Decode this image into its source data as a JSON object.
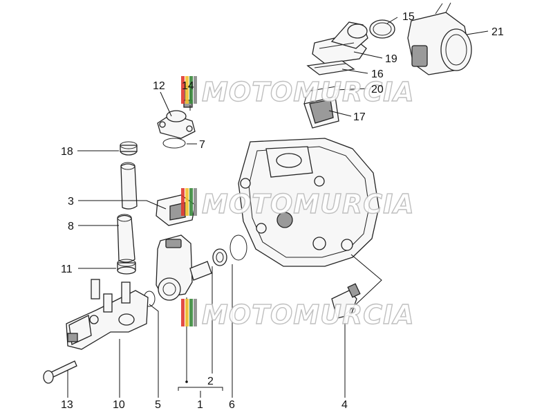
{
  "watermark": {
    "text": "MOTOMURCIA",
    "stripe_colors": [
      "#e03a2f",
      "#f2c230",
      "#3b8a3e",
      "#8a8a8a"
    ]
  },
  "callouts": {
    "c1": "1",
    "c2": "2",
    "c3": "3",
    "c4": "4",
    "c5": "5",
    "c6": "6",
    "c7": "7",
    "c8": "8",
    "c10": "10",
    "c11": "11",
    "c12": "12",
    "c13": "13",
    "c14": "14",
    "c15": "15",
    "c16": "16",
    "c17": "17",
    "c18": "18",
    "c19": "19",
    "c20": "20",
    "c21": "21"
  }
}
